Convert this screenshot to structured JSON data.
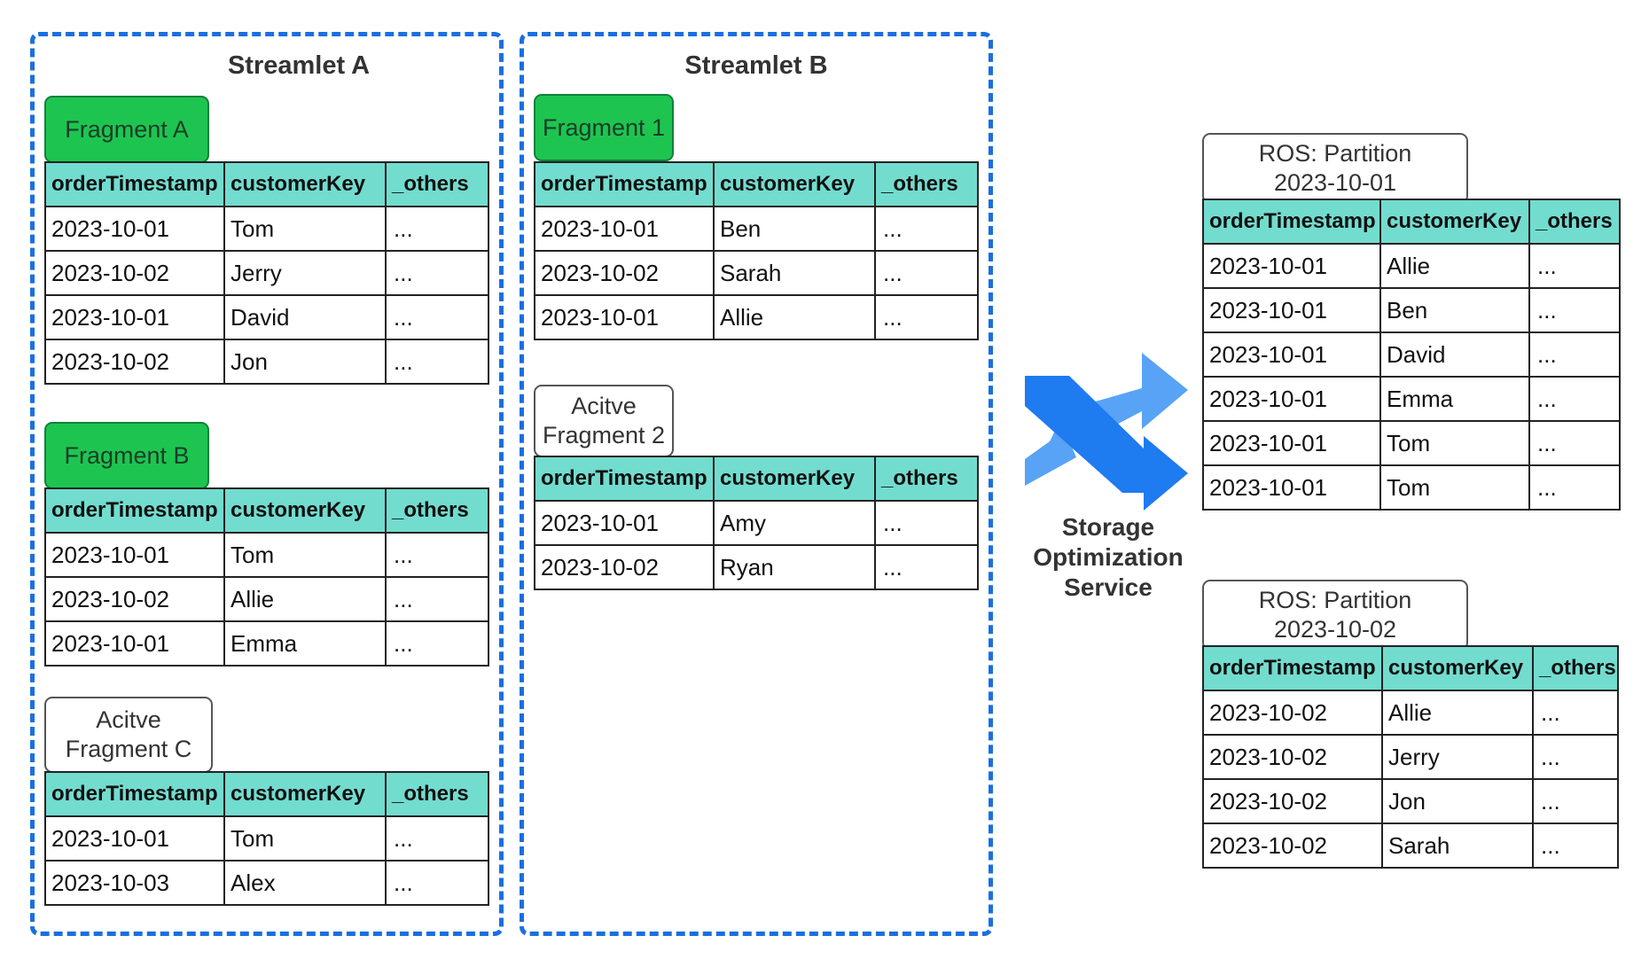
{
  "colors": {
    "streamlet_border": "#1a6fe0",
    "header_fill": "#72dccf",
    "fragment_fill": "#1dc550",
    "arrow_dark": "#1e7bf0",
    "arrow_light": "#58a3f5"
  },
  "columns": [
    "orderTimestamp",
    "customerKey",
    "_others"
  ],
  "streamlet_a": {
    "title": "Streamlet A",
    "fragment_a": {
      "label": "Fragment A",
      "rows": [
        [
          "2023-10-01",
          "Tom",
          "..."
        ],
        [
          "2023-10-02",
          "Jerry",
          "..."
        ],
        [
          "2023-10-01",
          "David",
          "..."
        ],
        [
          "2023-10-02",
          "Jon",
          "..."
        ]
      ]
    },
    "fragment_b": {
      "label": "Fragment B",
      "rows": [
        [
          "2023-10-01",
          "Tom",
          "..."
        ],
        [
          "2023-10-02",
          "Allie",
          "..."
        ],
        [
          "2023-10-01",
          "Emma",
          "..."
        ]
      ]
    },
    "fragment_c": {
      "label_line1": "Acitve",
      "label_line2": "Fragment C",
      "rows": [
        [
          "2023-10-01",
          "Tom",
          "..."
        ],
        [
          "2023-10-03",
          "Alex",
          "..."
        ]
      ]
    }
  },
  "streamlet_b": {
    "title": "Streamlet B",
    "fragment_1": {
      "label": "Fragment 1",
      "rows": [
        [
          "2023-10-01",
          "Ben",
          "..."
        ],
        [
          "2023-10-02",
          "Sarah",
          "..."
        ],
        [
          "2023-10-01",
          "Allie",
          "..."
        ]
      ]
    },
    "fragment_2": {
      "label_line1": "Acitve",
      "label_line2": "Fragment 2",
      "rows": [
        [
          "2023-10-01",
          "Amy",
          "..."
        ],
        [
          "2023-10-02",
          "Ryan",
          "..."
        ]
      ]
    }
  },
  "service": {
    "line1": "Storage",
    "line2": "Optimization",
    "line3": "Service",
    "icon": "shuffle-icon"
  },
  "ros_partition_1": {
    "label_line1": "ROS: Partition",
    "label_line2": "2023-10-01",
    "rows": [
      [
        "2023-10-01",
        "Allie",
        "..."
      ],
      [
        "2023-10-01",
        "Ben",
        "..."
      ],
      [
        "2023-10-01",
        "David",
        "..."
      ],
      [
        "2023-10-01",
        "Emma",
        "..."
      ],
      [
        "2023-10-01",
        "Tom",
        "..."
      ],
      [
        "2023-10-01",
        "Tom",
        "..."
      ]
    ]
  },
  "ros_partition_2": {
    "label_line1": "ROS: Partition",
    "label_line2": "2023-10-02",
    "rows": [
      [
        "2023-10-02",
        "Allie",
        "..."
      ],
      [
        "2023-10-02",
        "Jerry",
        "..."
      ],
      [
        "2023-10-02",
        "Jon",
        "..."
      ],
      [
        "2023-10-02",
        "Sarah",
        "..."
      ]
    ]
  }
}
